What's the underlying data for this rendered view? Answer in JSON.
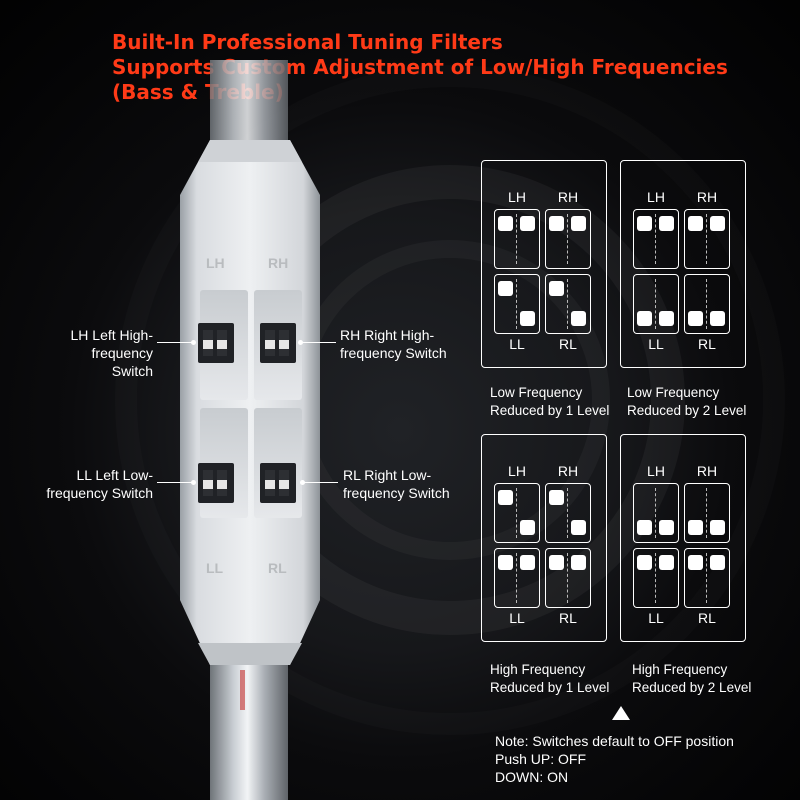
{
  "headline": {
    "line1": "Built-In Professional Tuning Filters",
    "line2": "Supports Custom Adjustment of Low/High Frequencies",
    "line3": "(Bass & Treble)"
  },
  "module_labels": {
    "lh": "LH",
    "rh": "RH",
    "ll": "LL",
    "rl": "RL"
  },
  "switch_labels": {
    "lh": [
      "LH Left High-",
      "frequency Switch"
    ],
    "rh": [
      "RH Right High-",
      "frequency Switch"
    ],
    "ll": [
      "LL Left Low-",
      "frequency Switch"
    ],
    "rl": [
      "RL Right Low-",
      "frequency Switch"
    ]
  },
  "panels": [
    {
      "labels": {
        "lh": "LH",
        "rh": "RH",
        "ll": "LL",
        "rl": "RL"
      },
      "switches": {
        "lh": [
          "up",
          "up"
        ],
        "rh": [
          "up",
          "up"
        ],
        "ll": [
          "up",
          "down"
        ],
        "rl": [
          "up",
          "down"
        ]
      },
      "caption": [
        "Low Frequency",
        "Reduced by 1 Level"
      ]
    },
    {
      "labels": {
        "lh": "LH",
        "rh": "RH",
        "ll": "LL",
        "rl": "RL"
      },
      "switches": {
        "lh": [
          "up",
          "up"
        ],
        "rh": [
          "up",
          "up"
        ],
        "ll": [
          "down",
          "down"
        ],
        "rl": [
          "down",
          "down"
        ]
      },
      "caption": [
        "Low Frequency",
        "Reduced by 2 Level"
      ]
    },
    {
      "labels": {
        "lh": "LH",
        "rh": "RH",
        "ll": "LL",
        "rl": "RL"
      },
      "switches": {
        "lh": [
          "up",
          "down"
        ],
        "rh": [
          "up",
          "down"
        ],
        "ll": [
          "up",
          "up"
        ],
        "rl": [
          "up",
          "up"
        ]
      },
      "caption": [
        "High Frequency",
        "Reduced by 1 Level"
      ]
    },
    {
      "labels": {
        "lh": "LH",
        "rh": "RH",
        "ll": "LL",
        "rl": "RL"
      },
      "switches": {
        "lh": [
          "down",
          "down"
        ],
        "rh": [
          "down",
          "down"
        ],
        "ll": [
          "up",
          "up"
        ],
        "rl": [
          "up",
          "up"
        ]
      },
      "caption": [
        "High Frequency",
        "Reduced by 2 Level"
      ]
    }
  ],
  "note": {
    "line1": "Note: Switches default to OFF position",
    "line2": "Push UP: OFF",
    "line3": "DOWN: ON"
  },
  "colors": {
    "headline": "#ff3a17",
    "module": "#e9ebee",
    "background": "#000000"
  }
}
